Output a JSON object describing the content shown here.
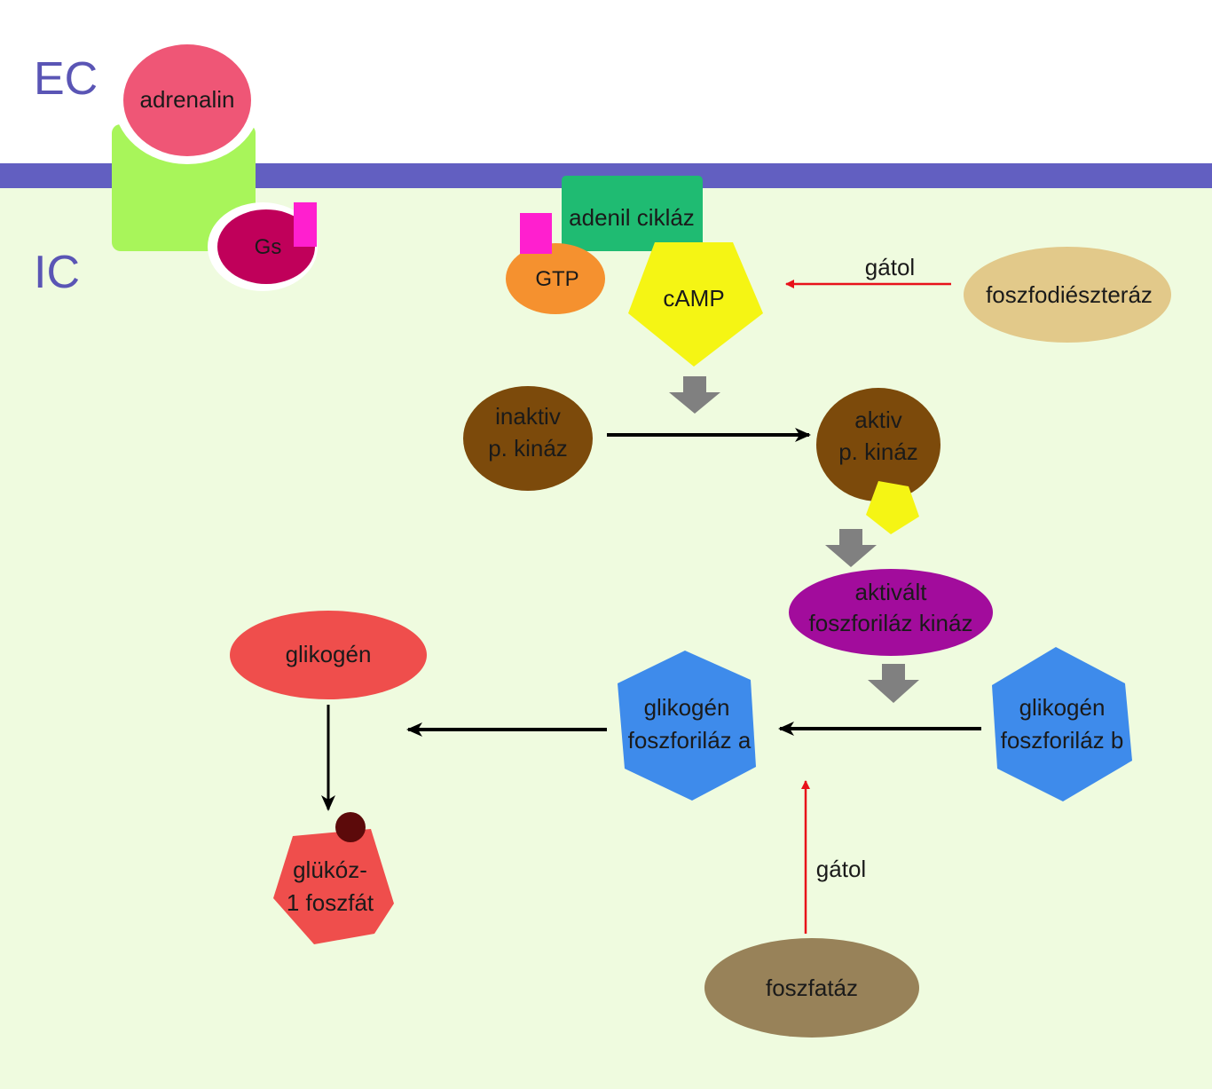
{
  "zones": {
    "ec": "EC",
    "ic": "IC"
  },
  "molecules": {
    "adrenalin": "adrenalin",
    "gs": "Gs",
    "adenil_ciklaz": "adenil cikláz",
    "gtp": "GTP",
    "camp": "cAMP",
    "foszfodiészteráz": "foszfodiészteráz",
    "inaktiv_pkinaz": [
      "inaktiv",
      "p. kináz"
    ],
    "aktiv_pkinaz": [
      "aktiv",
      "p. kináz"
    ],
    "aktivalt_foszforilaz_kinaz": [
      "aktivált",
      "foszforiláz kináz"
    ],
    "glikogen_foszforilaz_a": [
      "glikogén",
      "foszforiláz a"
    ],
    "glikogen_foszforilaz_b": [
      "glikogén",
      "foszforiláz b"
    ],
    "glikogen": "glikogén",
    "glukoz_1_foszfat": [
      "glükóz-",
      "1 foszfát"
    ],
    "foszfataz": "foszfatáz"
  },
  "inhibition_labels": {
    "pde": "gátol",
    "phosphatase": "gátol"
  },
  "colors": {
    "extracellular": "#ffffff",
    "intracellular": "#effbdf",
    "membrane": "#625fc1",
    "zone_text": "#5a55b5",
    "receptor": "#a8f55a",
    "adrenalin": "#ef5676",
    "gs": "#c0005a",
    "gs_tag": "#ff1fcf",
    "adenil_ciklaz": "#1fbb72",
    "gtp": "#f5912f",
    "camp": "#f5f514",
    "foszfodiészteráz": "#e2c98a",
    "pkinaz": "#7c4a0b",
    "foszforilaz_kinaz": "#a20c9c",
    "foszforilaz": "#3e8beb",
    "glikogen": "#ef4e4c",
    "phosphate_dot": "#5c0a0a",
    "foszfataz": "#988259",
    "inhibit_arrow": "#e8111a",
    "flow_arrow": "#000000",
    "step_arrow": "#808080"
  }
}
